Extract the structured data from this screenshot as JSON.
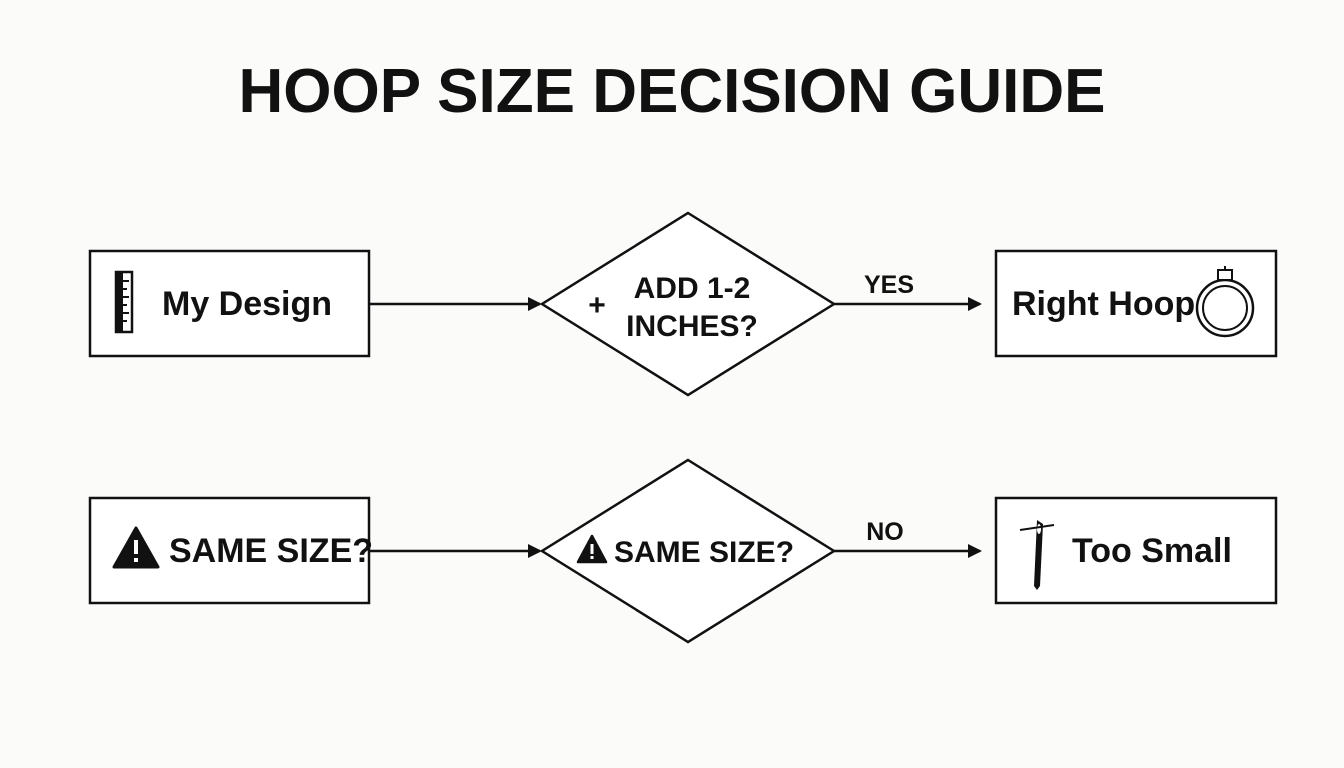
{
  "title": "HOOP SIZE DECISION GUIDE",
  "nodes": {
    "my_design": {
      "label": "My Design",
      "icon": "ruler-icon"
    },
    "add_inches": {
      "label_line1": "ADD 1-2",
      "label_line2": "INCHES?",
      "icon": "plus-icon",
      "icon_glyph": "+"
    },
    "right_hoop": {
      "label": "Right Hoop",
      "icon": "embroidery-hoop-icon"
    },
    "same_size_box": {
      "label": "SAME SIZE?",
      "icon": "warning-icon"
    },
    "same_size_decision": {
      "label": "SAME SIZE?",
      "icon": "warning-icon"
    },
    "too_small": {
      "label": "Too Small",
      "icon": "needle-icon"
    }
  },
  "edges": {
    "yes": {
      "label": "YES",
      "from": "add_inches",
      "to": "right_hoop"
    },
    "no": {
      "label": "NO",
      "from": "same_size_decision",
      "to": "too_small"
    },
    "row1_start": {
      "from": "my_design",
      "to": "add_inches"
    },
    "row2_start": {
      "from": "same_size_box",
      "to": "same_size_decision"
    }
  },
  "colors": {
    "ink": "#111111",
    "background": "#fbfbfa",
    "node_fill": "#ffffff"
  }
}
